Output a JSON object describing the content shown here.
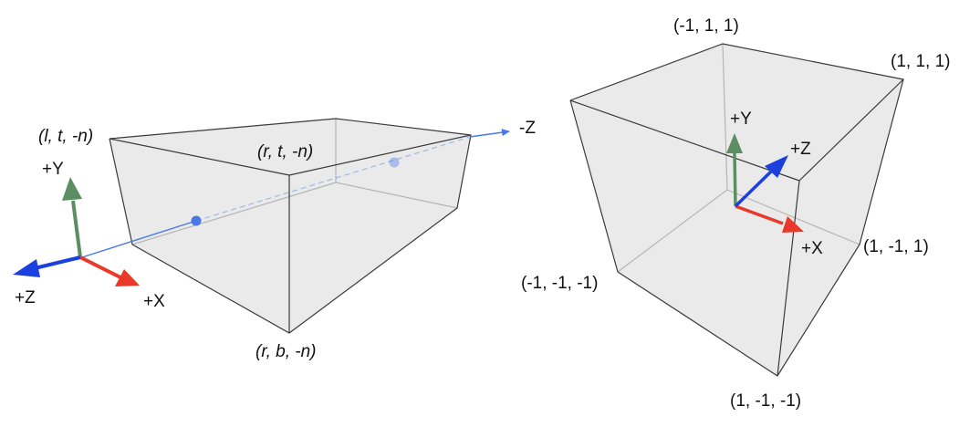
{
  "colors": {
    "x_axis": "#e8392a",
    "y_axis": "#5b8f63",
    "z_axis": "#1c3fe0",
    "view_ray": "#4a78e8",
    "face_fill": "#d9d9d9"
  },
  "left_diagram": {
    "corner_labels": {
      "left_top_near": "(l, t, -n)",
      "right_top_near": "(r, t, -n)",
      "right_bottom_near": "(r, b, -n)"
    },
    "axis_labels": {
      "x": "+X",
      "y": "+Y",
      "z": "+Z",
      "view": "-Z"
    }
  },
  "right_diagram": {
    "corner_labels": {
      "top_back_left": "(-1, 1, 1)",
      "top_back_right": "(1, 1, 1)",
      "bottom_back_right": "(1, -1, 1)",
      "bottom_front_left": "(-1, -1, -1)",
      "bottom_front_right": "(1, -1, -1)"
    },
    "axis_labels": {
      "x": "+X",
      "y": "+Y",
      "z": "+Z"
    }
  }
}
